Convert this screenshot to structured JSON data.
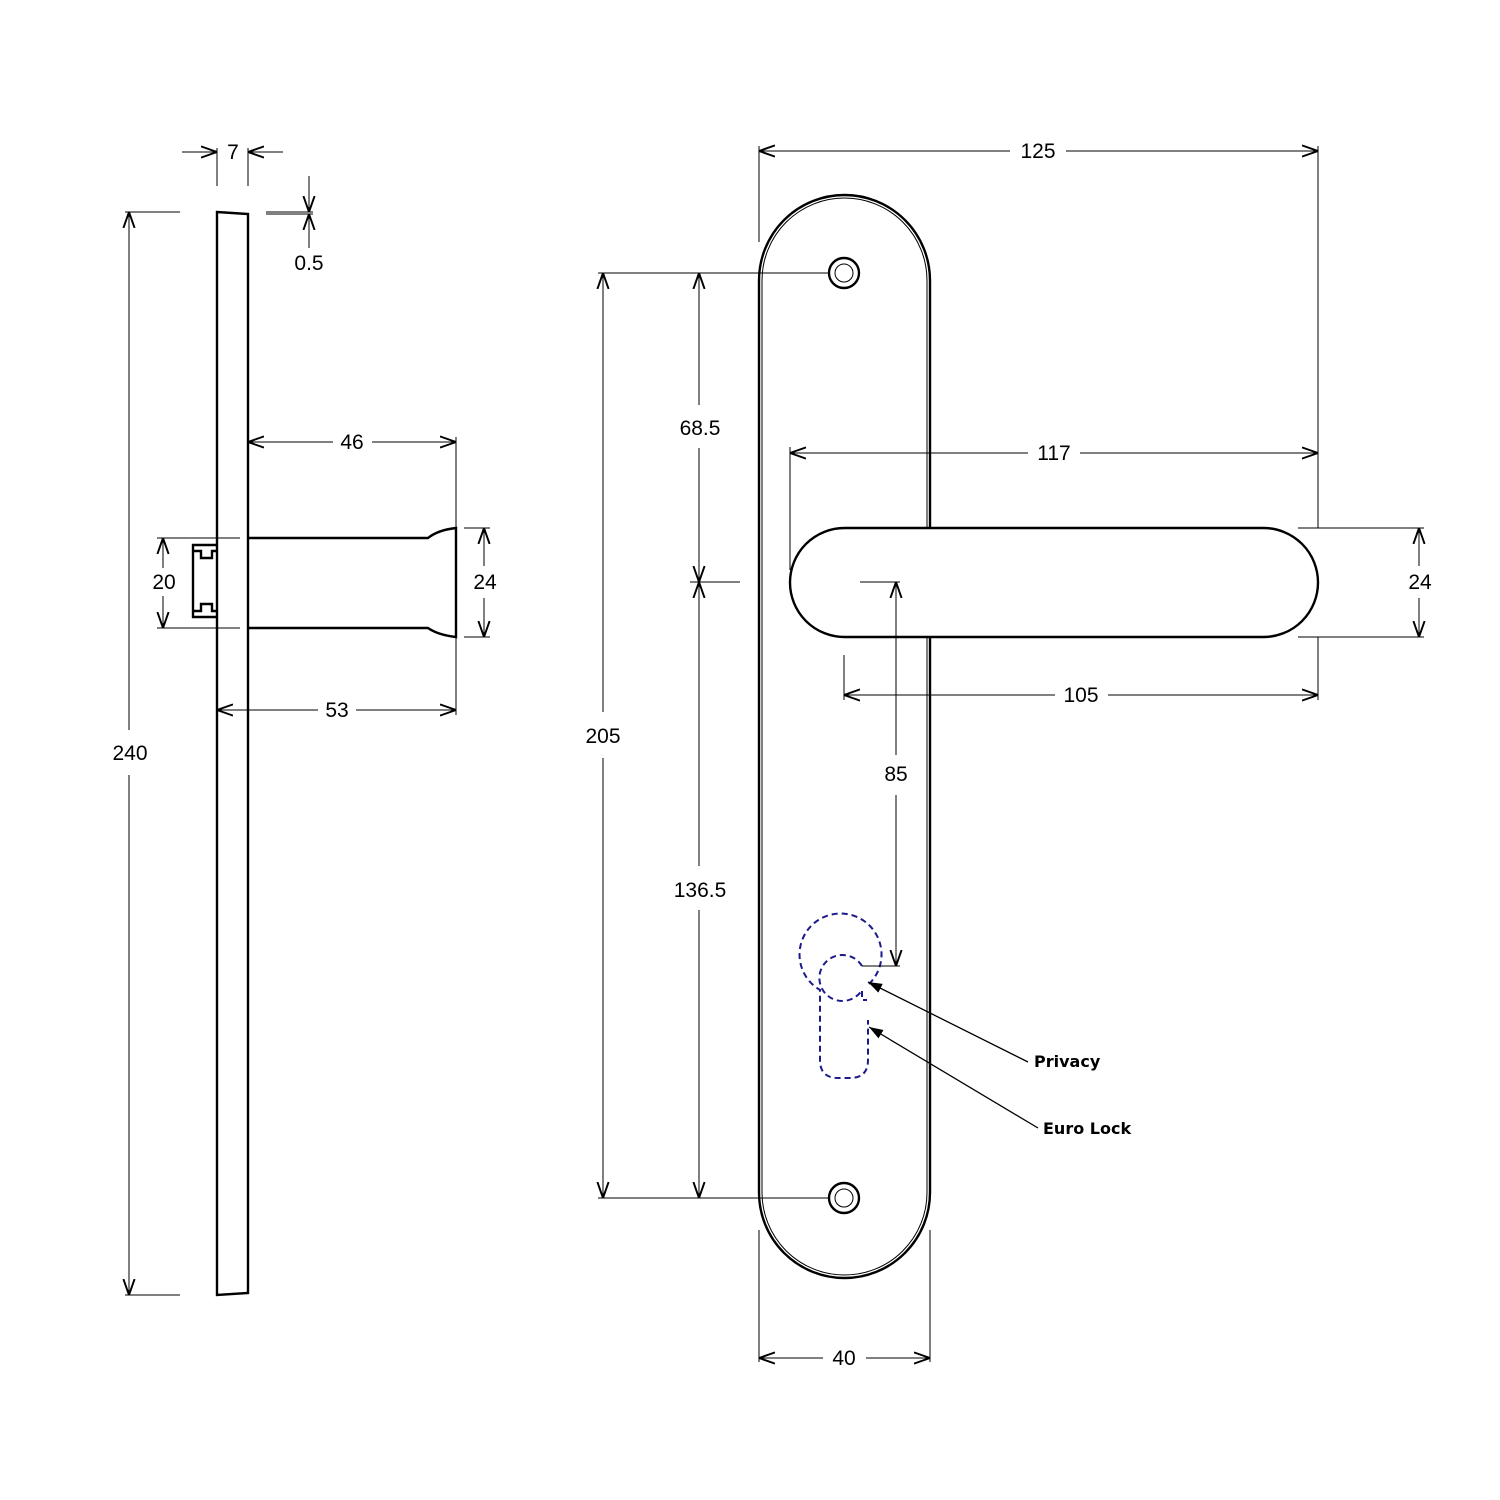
{
  "dimensions": {
    "side_thickness": "7",
    "side_chamfer": "0.5",
    "side_height": "240",
    "side_lever_depth": "46",
    "side_total_depth": "53",
    "side_spindle": "20",
    "side_lever_dia": "24",
    "front_width_total": "125",
    "front_hole_to_lever": "68.5",
    "front_lever_to_hole": "136.5",
    "front_hole_centres": "205",
    "front_lever_length": "117",
    "front_lever_dia": "24",
    "front_lever_projection": "105",
    "front_lever_to_lock": "85",
    "front_plate_width": "40"
  },
  "callouts": {
    "privacy": "Privacy",
    "euro_lock": "Euro Lock"
  },
  "colors": {
    "outline": "#000000",
    "hidden_line": "#1a1a8c"
  }
}
